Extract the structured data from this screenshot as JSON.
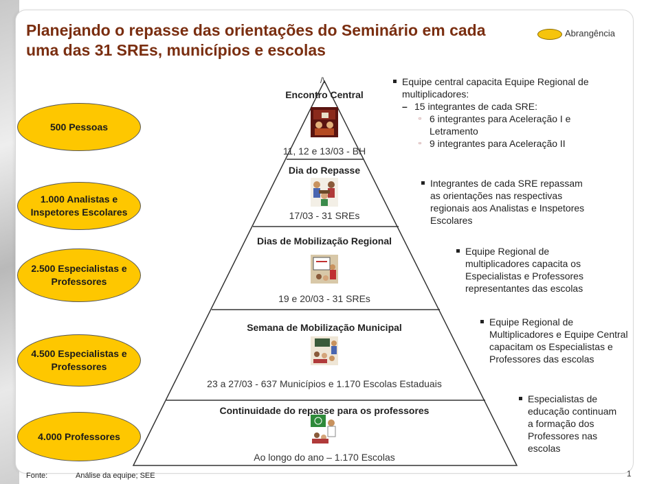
{
  "title": "Planejando o repasse das orientações do Seminário em cada uma das 31 SREs, municípios e escolas",
  "legend": {
    "label": "Abrangência",
    "color": "#f6c40c"
  },
  "ovals": [
    "500 Pessoas",
    "1.000 Analistas e Inspetores Escolares",
    "2.500 Especialistas e Professores",
    "4.500 Especialistas e Professores",
    "4.000 Professores"
  ],
  "pyramid": [
    {
      "title": "Encontro Central",
      "sub": "11, 12 e 13/03 - BH",
      "icon": "meeting-room-icon"
    },
    {
      "title": "Dia do Repasse",
      "sub": "17/03 -  31 SREs",
      "icon": "group-discussion-icon"
    },
    {
      "title": "Dias de Mobilização Regional",
      "sub": "19 e 20/03 -  31 SREs",
      "icon": "presentation-board-icon"
    },
    {
      "title": "Semana de Mobilização Municipal",
      "sub": "23 a 27/03  -  637 Municípios e 1.170 Escolas Estaduais",
      "icon": "classroom-icon"
    },
    {
      "title": "Continuidade do repasse para os professores",
      "sub": "Ao longo do ano – 1.170 Escolas",
      "icon": "teacher-icon"
    }
  ],
  "apex_marker": "/\\",
  "descriptions": {
    "d1": {
      "main": "Equipe central capacita Equipe Regional de multiplicadores:",
      "dash": "15 integrantes de cada SRE:",
      "sub1": "6 integrantes para Aceleração I e Letramento",
      "sub2": "9 integrantes para Aceleração II"
    },
    "d2": "Integrantes de cada SRE repassam as orientações nas respectivas regionais aos Analistas e Inspetores Escolares",
    "d3": "Equipe Regional de multiplicadores capacita os Especialistas e Professores representantes das escolas",
    "d4": "Equipe Regional de Multiplicadores e Equipe Central capacitam os Especialistas e Professores das escolas",
    "d5": "Especialistas de educação continuam a formação dos Professores nas escolas"
  },
  "footer": {
    "source_label": "Fonte:",
    "source": "Análise da equipe; SEE",
    "page": "1"
  }
}
